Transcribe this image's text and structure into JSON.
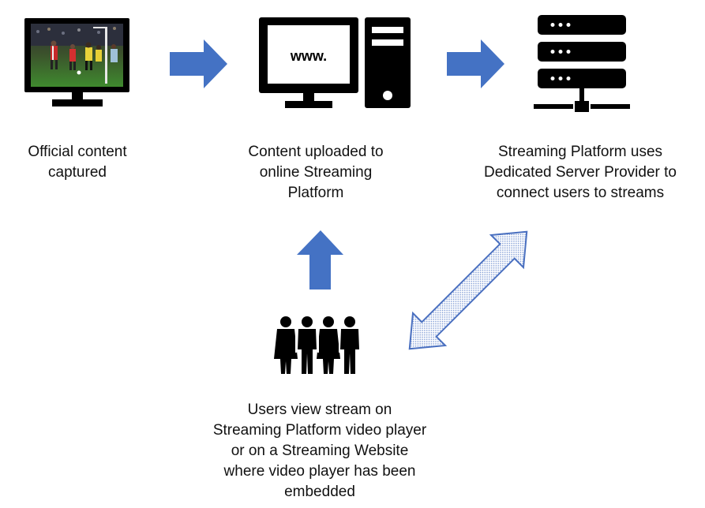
{
  "steps": [
    {
      "icon": "monitor-with-football-match-icon",
      "caption": "Official content\ncaptured"
    },
    {
      "icon": "desktop-computer-icon",
      "screen_text": "www.",
      "caption": "Content uploaded to\nonline Streaming\nPlatform"
    },
    {
      "icon": "server-rack-icon",
      "caption": "Streaming Platform uses\nDedicated Server Provider to\nconnect users to streams"
    },
    {
      "icon": "group-of-users-icon",
      "caption": "Users view stream on\nStreaming Platform video player\nor on a Streaming Website\nwhere video player has been\nembedded"
    }
  ],
  "arrows": [
    {
      "icon": "arrow-right-icon",
      "from": "content-captured",
      "to": "content-uploaded"
    },
    {
      "icon": "arrow-right-icon",
      "from": "content-uploaded",
      "to": "dedicated-server"
    },
    {
      "icon": "arrow-up-icon",
      "from": "users",
      "to": "content-uploaded"
    },
    {
      "icon": "double-arrow-icon",
      "from": "users",
      "to": "dedicated-server"
    }
  ],
  "colors": {
    "arrow_fill": "#4472c4",
    "dotted_arrow_border": "#4a70c0",
    "icon_black": "#000000"
  }
}
